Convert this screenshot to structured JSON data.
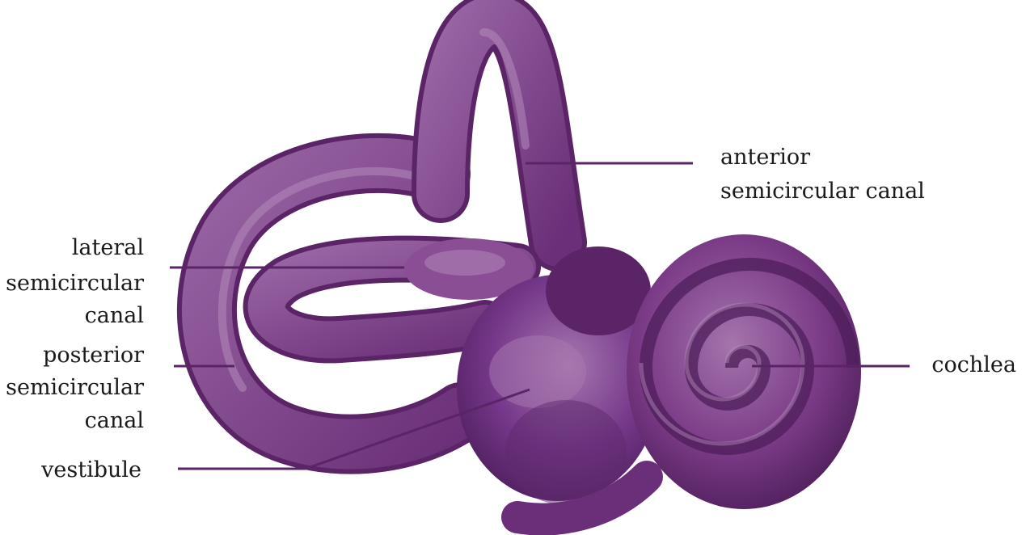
{
  "diagram": {
    "structure_color": "#7a3b86",
    "structure_dark": "#5a2466",
    "structure_light": "#a574ad",
    "leader_line_color": "#5a2466",
    "labels": {
      "anterior_line1": "anterior",
      "anterior_line2": "semicircular canal",
      "lateral_line1": "lateral",
      "lateral_line2": "semicircular",
      "lateral_line3": "canal",
      "posterior_line1": "posterior",
      "posterior_line2": "semicircular",
      "posterior_line3": "canal",
      "vestibule": "vestibule",
      "cochlea": "cochlea"
    }
  }
}
